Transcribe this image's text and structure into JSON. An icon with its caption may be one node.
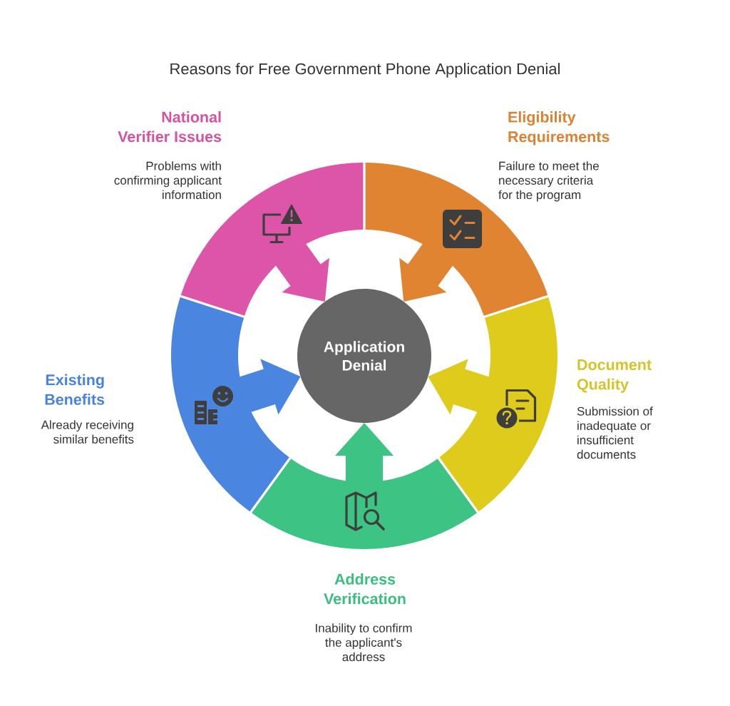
{
  "diagram": {
    "title": "Reasons for Free Government Phone Application Denial",
    "nodes": [
      {
        "text": [
          "National Verifier Issues",
          "Problems with confirming applicant information"
        ]
      },
      {
        "text": [
          "Eligibility Requirements",
          "Failure to meet the necessary criteria for the program"
        ]
      },
      {
        "text": [
          "Application Denial"
        ]
      },
      {
        "text": [
          "Document Quality",
          "Submission of inadequate or insufficient documents"
        ]
      },
      {
        "text": [
          "Existing Benefits",
          "Already receiving similar benefits"
        ]
      },
      {
        "text": [
          "Address Verification",
          "Inability to confirm the applicant's address"
        ]
      }
    ],
    "edges": [
      {
        "from": 0,
        "to": 2,
        "arrow": "to",
        "color": "#dd55a8"
      },
      {
        "from": 1,
        "to": 2,
        "arrow": "to",
        "color": "#e08432"
      },
      {
        "from": 3,
        "to": 2,
        "arrow": "to",
        "color": "#dfcb1b"
      },
      {
        "from": 4,
        "to": 2,
        "arrow": "to",
        "color": "#4a86e0"
      },
      {
        "from": 5,
        "to": 2,
        "arrow": "to",
        "color": "#3dc384"
      }
    ]
  }
}
